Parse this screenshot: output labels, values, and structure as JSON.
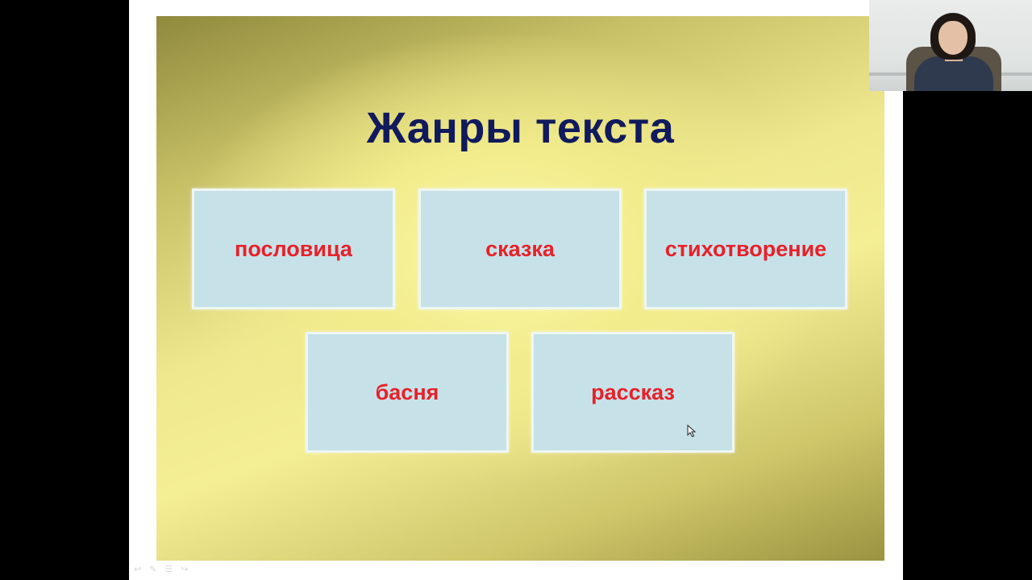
{
  "slide": {
    "title": "Жанры текста",
    "cards": [
      {
        "label": "пословица"
      },
      {
        "label": "сказка"
      },
      {
        "label": "стихотворение"
      },
      {
        "label": "басня"
      },
      {
        "label": "рассказ"
      }
    ]
  },
  "colors": {
    "title": "#101a5c",
    "card_text": "#e8202a",
    "card_fill": "#c6e2e8"
  },
  "icons": {
    "cursor": "mouse-pointer-icon",
    "controls": [
      "previous-slide-icon",
      "pen-icon",
      "menu-icon",
      "next-slide-icon"
    ]
  }
}
